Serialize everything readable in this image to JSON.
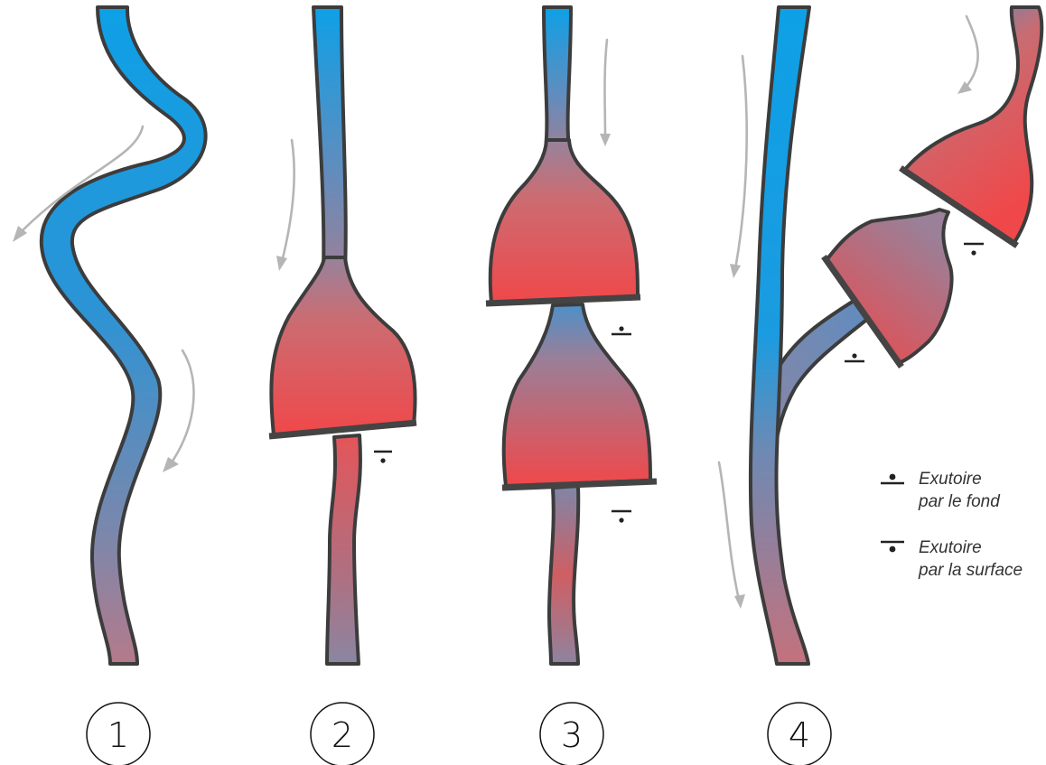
{
  "colors": {
    "water_cold": "#1a9fe0",
    "water_mid": "#8b86a4",
    "water_warm": "#ef4a4a",
    "outline": "#3c3c3c",
    "flow_arrow": "#b5b5b5"
  },
  "panels": [
    {
      "number": "1"
    },
    {
      "number": "2"
    },
    {
      "number": "3"
    },
    {
      "number": "4"
    }
  ],
  "legend": {
    "bottom_outlet": {
      "line1": "Exutoire",
      "line2": "par le fond",
      "icon": "bottom-outlet-icon"
    },
    "surface_outlet": {
      "line1": "Exutoire",
      "line2": "par la surface",
      "icon": "surface-outlet-icon"
    }
  }
}
